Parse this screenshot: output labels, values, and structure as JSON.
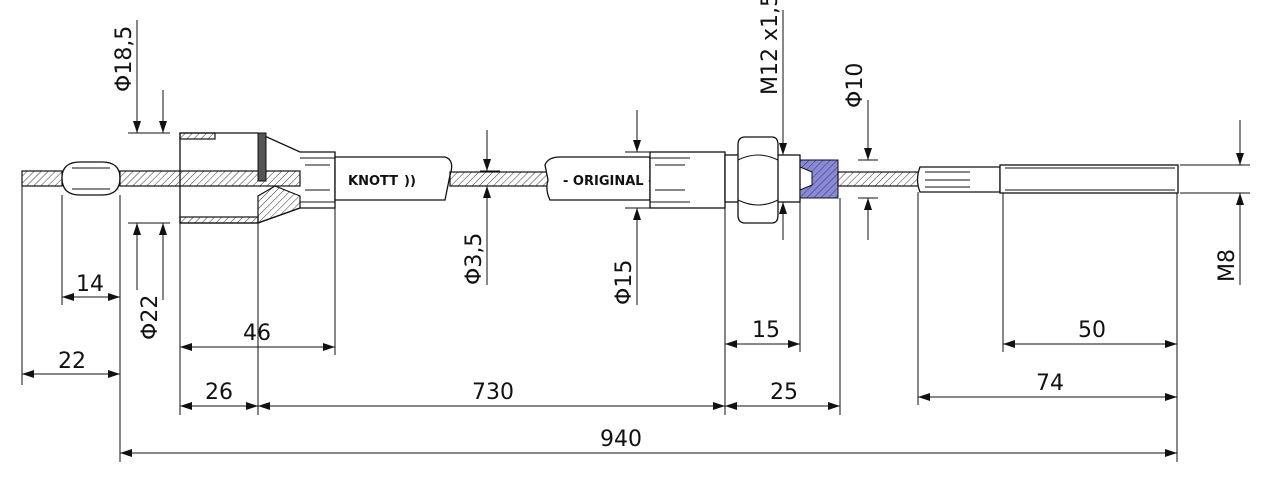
{
  "brand_text": "KNOTT",
  "original_text": "- ORIGINAL -",
  "dimensions": {
    "d18_5": "Φ18,5",
    "d22": "Φ22",
    "d3_5": "Φ3,5",
    "d15": "Φ15",
    "m12": "M12 x1,5",
    "d10": "Φ10",
    "m8": "M8",
    "l14": "14",
    "l22": "22",
    "l46": "46",
    "l26": "26",
    "l730": "730",
    "l25": "25",
    "l15": "15",
    "l940": "940",
    "l50": "50",
    "l74": "74"
  },
  "colors": {
    "fitting_hatch": "#3a3aa0"
  }
}
